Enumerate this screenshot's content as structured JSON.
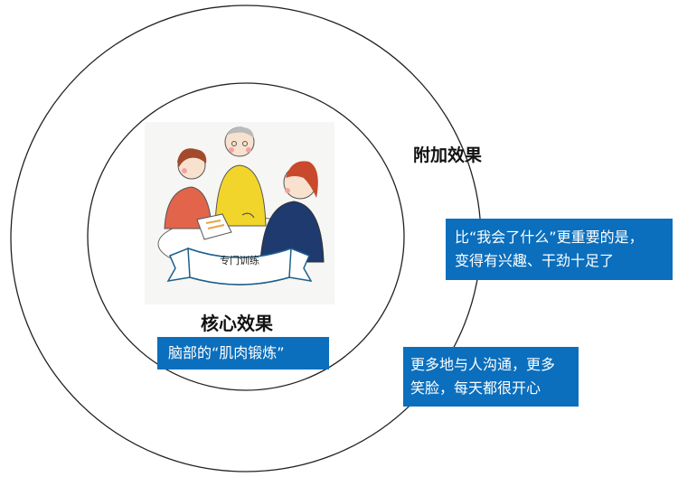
{
  "core": {
    "title": "核心效果",
    "banner_text": "专门训练",
    "box_line1": "脑部的“肌肉锻炼”"
  },
  "extra": {
    "title": "附加效果",
    "box1_line1": "比“我会了什么”更重要的是，",
    "box1_line2": "变得有兴趣、干劲十足了",
    "box2_line1": "更多地与人沟通，更多",
    "box2_line2": "笑脸，每天都很开心"
  },
  "colors": {
    "box_blue": "#0b6fbd",
    "ring_stroke": "#222222"
  }
}
